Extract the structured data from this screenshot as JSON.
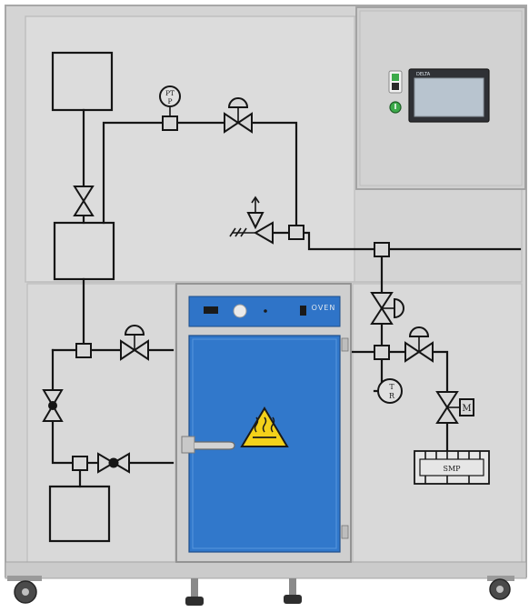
{
  "labels": {
    "pressure_gauge_top": "PT",
    "pressure_gauge_bottom": "P",
    "temp_gauge_top": "T",
    "temp_gauge_bottom": "R",
    "motor": "M",
    "smp": "SMP",
    "oven_brand": "OVEN",
    "control_panel_brand": "DELTA"
  },
  "colors": {
    "cabinet": "#d6d6d6",
    "cabinet_edge": "#b9b9b9",
    "oven_blue": "#2f74c8",
    "oven_frame": "#cfcfcf",
    "warning_yellow": "#f3d11a",
    "hmi_screen": "#b8c4cf"
  },
  "icons": {
    "warning": "hot-surface-warning-icon",
    "power_green": "power-green-icon",
    "power_reset": "reset-icon"
  }
}
